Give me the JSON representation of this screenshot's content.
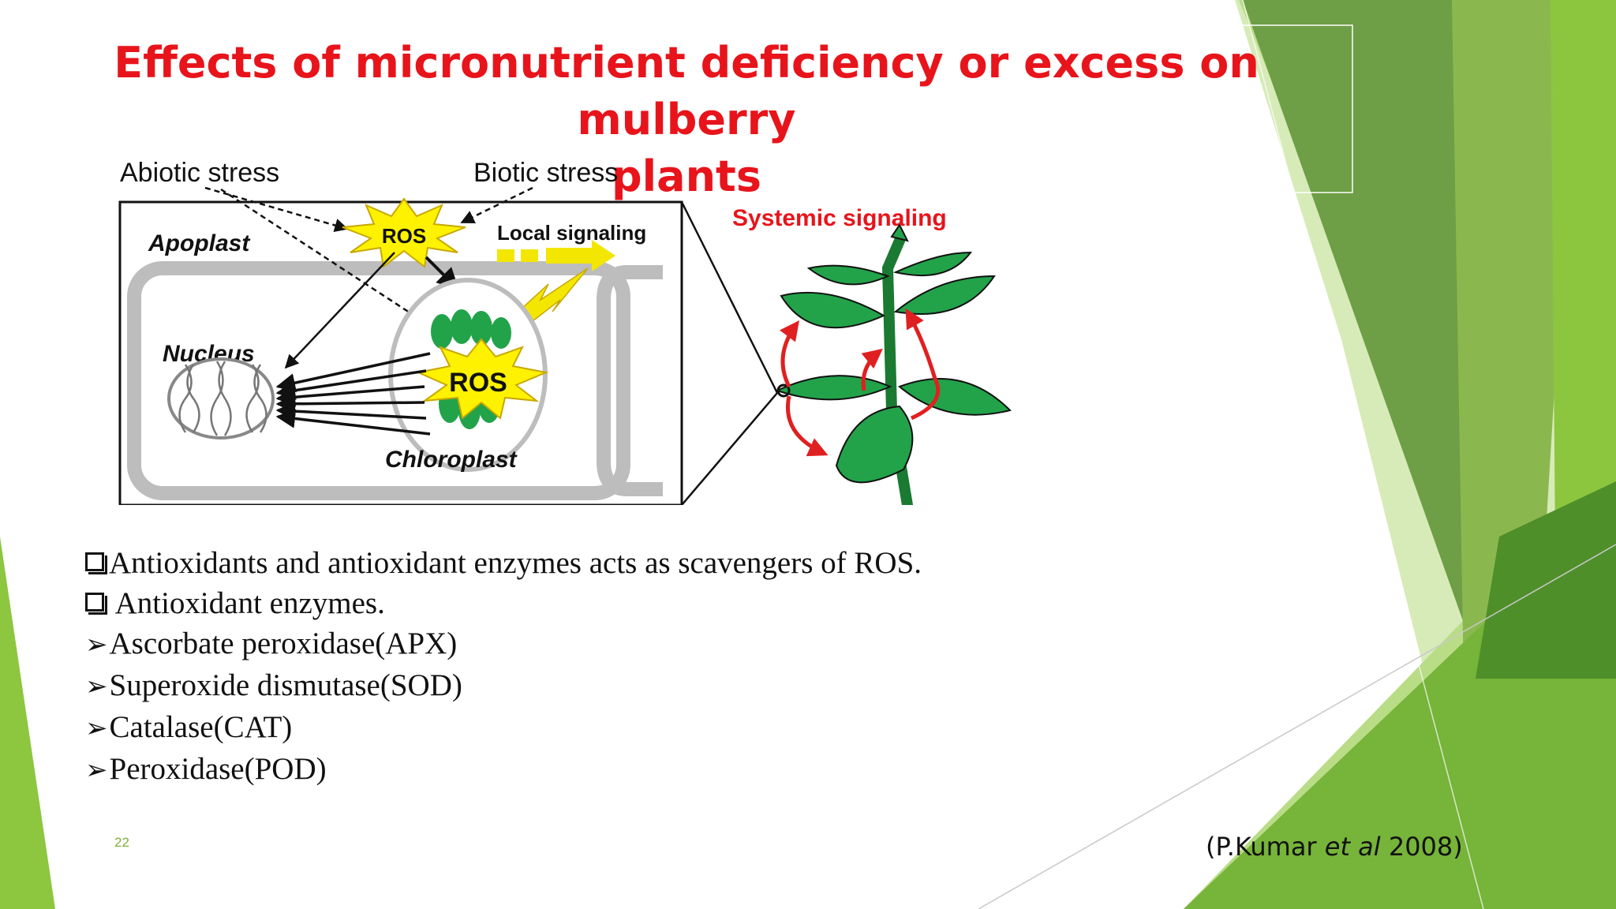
{
  "slide": {
    "title_line1": "Effects of micronutrient deficiency or excess on mulberry",
    "title_line2": "plants",
    "page_number": "22",
    "colors": {
      "title": "#e8141b",
      "accent_green": "#7db13a",
      "dark_green": "#4f8f2a"
    }
  },
  "diagram": {
    "abiotic_label": "Abiotic stress",
    "biotic_label": "Biotic stress",
    "apoplast_label": "Apoplast",
    "ros_top_label": "ROS",
    "local_signaling_label": "Local signaling",
    "systemic_signaling_label": "Systemic signaling",
    "nucleus_label": "Nucleus",
    "ros_chloro_label": "ROS",
    "chloroplast_label": "Chloroplast"
  },
  "bullets": [
    {
      "marker": "box",
      "text": "Antioxidants and antioxidant enzymes acts as scavengers of ROS."
    },
    {
      "marker": "box",
      "text": " Antioxidant enzymes."
    },
    {
      "marker": "arrow",
      "text": "Ascorbate peroxidase(APX)"
    },
    {
      "marker": "arrow",
      "text": "Superoxide dismutase(SOD)"
    },
    {
      "marker": "arrow",
      "text": "Catalase(CAT)"
    },
    {
      "marker": "arrow",
      "text": "Peroxidase(POD)"
    }
  ],
  "citation": {
    "prefix": "(P.Kumar  ",
    "italic": "et al",
    "suffix": " 2008)"
  }
}
